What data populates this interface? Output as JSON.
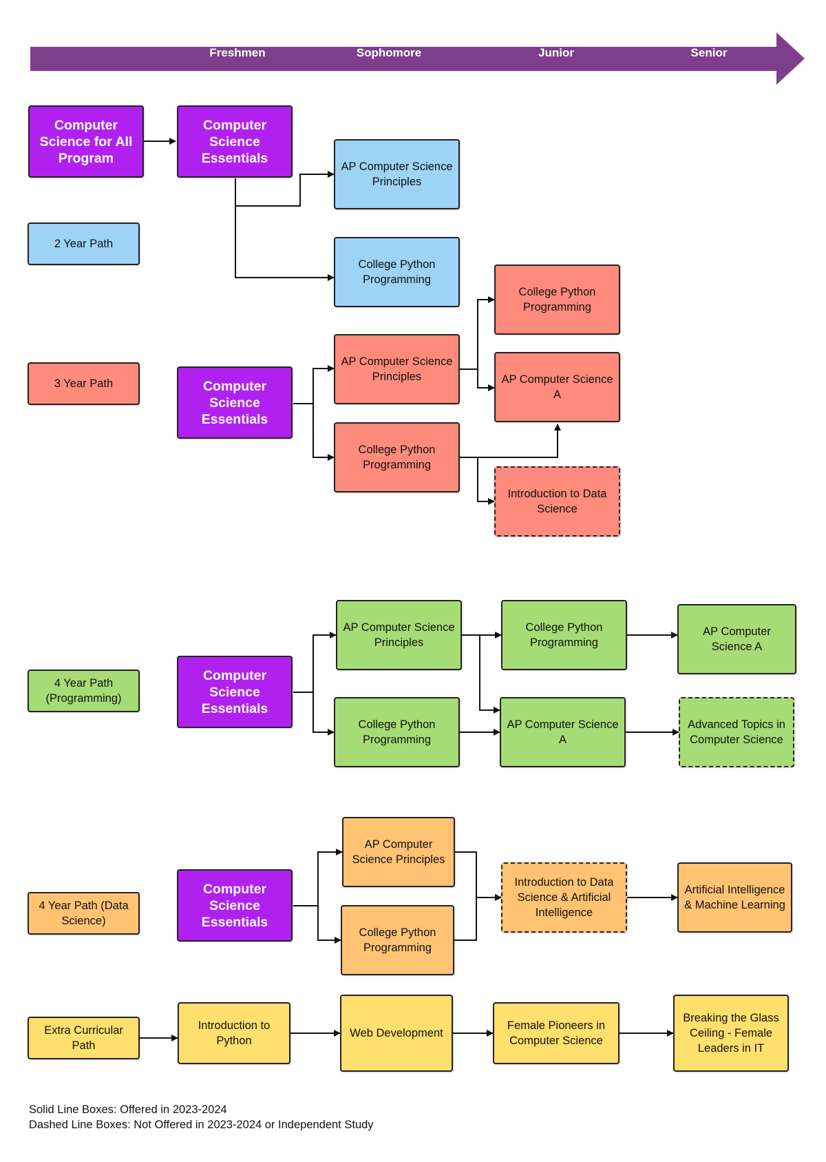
{
  "timeline": {
    "color": "#7d3f8c",
    "years": [
      "Freshmen",
      "Sophomore",
      "Junior",
      "Senior"
    ]
  },
  "colors": {
    "purple": "#b021f0",
    "blue": "#9dd3f5",
    "salmon": "#ff8b7c",
    "green": "#a6dc76",
    "orange": "#ffc373",
    "yellow": "#ffdf6e"
  },
  "paths": {
    "two_year": {
      "label": "2 Year Path",
      "start": "Computer Science for All Program",
      "essentials": "Computer Science Essentials",
      "ap_csp": "AP Computer Science Principles",
      "python": "College Python Programming"
    },
    "three_year": {
      "label": "3 Year Path",
      "essentials": "Computer Science Essentials",
      "ap_csp": "AP Computer Science Principles",
      "python": "College Python Programming",
      "python_junior": "College Python Programming",
      "ap_csa": "AP Computer Science A",
      "intro_ds": "Introduction to Data Science"
    },
    "four_year_programming": {
      "label": "4 Year Path (Programming)",
      "essentials": "Computer Science Essentials",
      "ap_csp": "AP Computer Science Principles",
      "python": "College Python Programming",
      "python_junior": "College Python Programming",
      "ap_csa_junior": "AP Computer Science A",
      "ap_csa_senior": "AP Computer Science A",
      "advanced": "Advanced Topics in Computer Science"
    },
    "four_year_ds": {
      "label": "4 Year Path (Data Science)",
      "essentials": "Computer Science Essentials",
      "ap_csp": "AP Computer Science Principles",
      "python": "College Python Programming",
      "intro_ds_ai": "Introduction to Data Science & Artificial Intelligence",
      "ai_ml": "Artificial Intelligence & Machine Learning"
    },
    "extra": {
      "label": "Extra Curricular Path",
      "intro_python": "Introduction to Python",
      "web": "Web Development",
      "female_pioneers": "Female Pioneers in Computer Science",
      "glass_ceiling": "Breaking the Glass Ceiling - Female Leaders in IT"
    }
  },
  "legend": {
    "solid": "Solid Line Boxes: Offered in 2023-2024",
    "dashed": "Dashed Line Boxes: Not Offered in 2023-2024 or Independent Study"
  }
}
